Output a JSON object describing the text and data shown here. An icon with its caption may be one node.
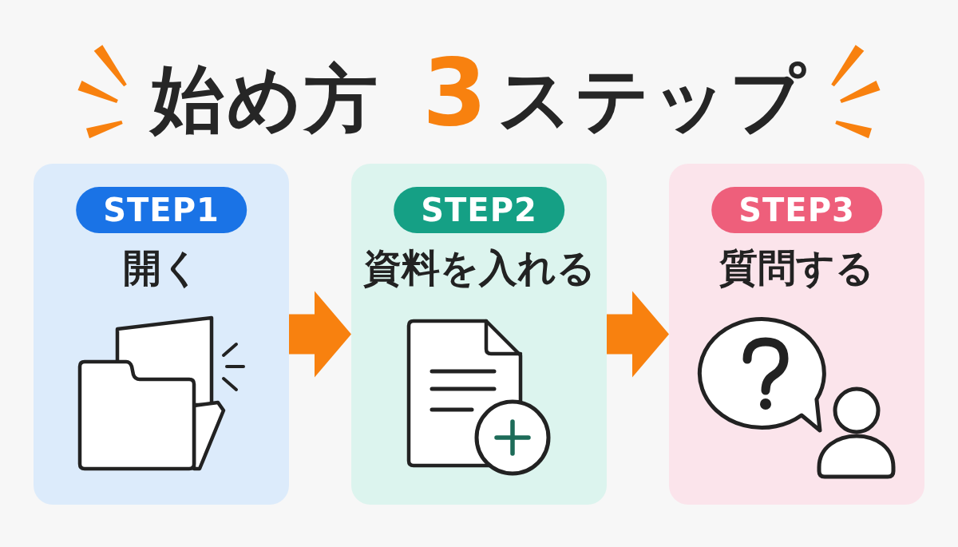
{
  "diagram": {
    "title": "始め方 **3**ステップ",
    "nodes": [
      {
        "text": [
          "開く"
        ]
      },
      {
        "text": [
          "STEP1"
        ],
        "in": 0
      },
      {
        "text": [
          "資料を入れる"
        ]
      },
      {
        "text": [
          "STEP2"
        ],
        "in": 2
      },
      {
        "text": [
          "質問する"
        ]
      },
      {
        "text": [
          "STEP3"
        ],
        "in": 4
      }
    ],
    "edges": [
      {
        "from": 0,
        "to": 2,
        "arrow": "to"
      },
      {
        "from": 2,
        "to": 4,
        "arrow": "to"
      }
    ]
  }
}
